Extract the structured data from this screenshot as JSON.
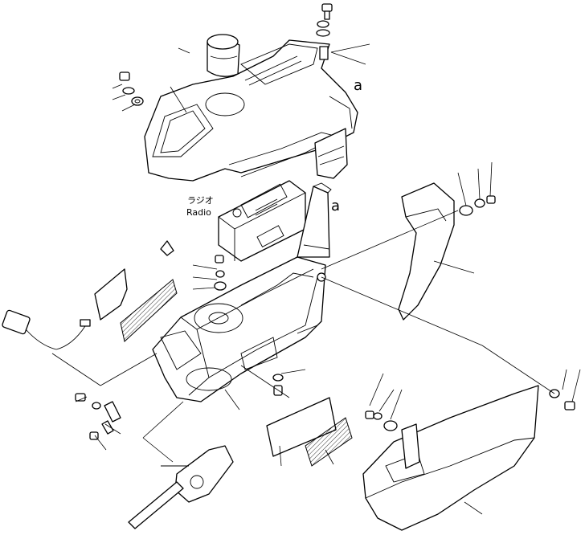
{
  "diagram": {
    "ref_letter": "a",
    "radio_label_jp": "ラジオ",
    "radio_label_en": "Radio"
  }
}
